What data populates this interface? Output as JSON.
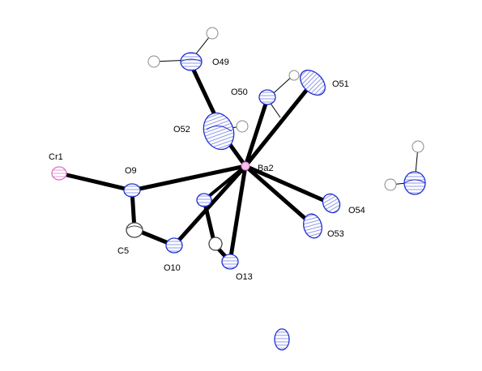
{
  "labels": {
    "o49": "O49",
    "o50": "O50",
    "o51": "O51",
    "o52": "O52",
    "ba2": "Ba2",
    "cr1": "Cr1",
    "o9": "O9",
    "c5": "C5",
    "o10": "O10",
    "o13": "O13",
    "o54": "O54",
    "o53": "O53"
  },
  "colors": {
    "bond": "#000000",
    "oxygen_ellipsoid": "#1f2fd0",
    "barium": "#e070c8",
    "chromium": "#e070c8",
    "carbon": "#555555",
    "hydrogen": "#777777"
  }
}
